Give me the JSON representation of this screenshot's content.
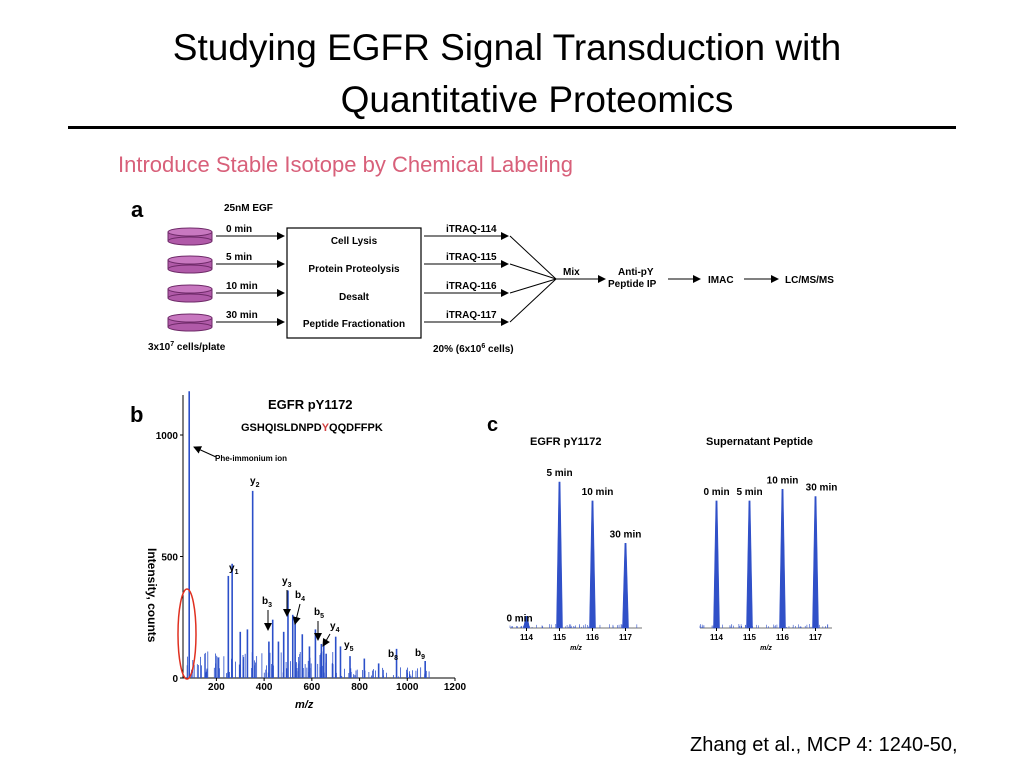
{
  "slide": {
    "title_line1": "Studying EGFR Signal Transduction with",
    "title_line2": "Quantitative Proteomics",
    "subtitle": "Introduce Stable Isotope by Chemical Labeling",
    "citation": "Zhang et al., MCP 4: 1240-50,"
  },
  "panel_a": {
    "label": "a",
    "egf": "25nM EGF",
    "times": [
      "0 min",
      "5 min",
      "10 min",
      "30 min"
    ],
    "cells": "3x10",
    "cells_exp": "7",
    "cells_rest": " cells/plate",
    "steps": [
      "Cell Lysis",
      "Protein Proteolysis",
      "Desalt",
      "Peptide Fractionation"
    ],
    "itraq": [
      "iTRAQ-114",
      "iTRAQ-115",
      "iTRAQ-116",
      "iTRAQ-117"
    ],
    "fraction": "20% (6x10",
    "fraction_exp": "6",
    "fraction_rest": " cells)",
    "mix": "Mix",
    "ip_line1": "Anti-pY",
    "ip_line2": "Peptide IP",
    "imac": "IMAC",
    "lcms": "LC/MS/MS",
    "colors": {
      "dish": "#b05aa8",
      "dish_dark": "#6e2a68"
    }
  },
  "panel_b": {
    "label": "b",
    "title": "EGFR pY1172",
    "seq_pre": "GSHQISLDNPD",
    "seq_mod": "Y",
    "seq_post": "QQDFFPK",
    "phe_label": "Phe-immonium ion",
    "ylabel": "Intensity, counts",
    "xlabel": "m/z",
    "yticks": [
      "0",
      "500",
      "1000"
    ],
    "xticks": [
      "200",
      "400",
      "600",
      "800",
      "1000",
      "1200"
    ],
    "colors": {
      "spectrum": "#2b4fc9",
      "mod": "#d04040",
      "circle": "#e03020"
    }
  },
  "panel_c": {
    "label": "c",
    "left_title": "EGFR pY1172",
    "right_title": "Supernatant Peptide",
    "left_peaks": [
      "0 min",
      "5 min",
      "10 min",
      "30 min"
    ],
    "right_peaks": [
      "0 min",
      "5 min",
      "10 min",
      "30 min"
    ],
    "xticks": [
      "114",
      "115",
      "116",
      "117"
    ],
    "xlabel": "m/z"
  },
  "chart_data": [
    {
      "type": "bar",
      "title": "EGFR pY1172",
      "xlabel": "m/z",
      "ylabel": "Intensity, counts",
      "xlim": [
        60,
        1200
      ],
      "ylim": [
        0,
        1200
      ],
      "x": [
        86,
        250,
        266,
        300,
        330,
        352,
        420,
        436,
        460,
        482,
        500,
        520,
        530,
        560,
        590,
        615,
        640,
        650,
        660,
        700,
        720,
        760,
        820,
        880,
        955,
        1075
      ],
      "values": [
        1180,
        420,
        470,
        190,
        200,
        770,
        150,
        240,
        150,
        190,
        360,
        260,
        250,
        180,
        130,
        200,
        140,
        150,
        100,
        170,
        130,
        90,
        80,
        60,
        120,
        70
      ],
      "annotations": [
        "y2",
        "y1",
        "y3",
        "b4",
        "b3",
        "b5",
        "y4",
        "y5",
        "b8",
        "b9",
        "Phe-immonium ion"
      ]
    },
    {
      "type": "bar",
      "title": "EGFR pY1172",
      "xlabel": "m/z",
      "categories": [
        "114",
        "115",
        "116",
        "117"
      ],
      "series": [
        {
          "values": [
            0.08,
            1.0,
            0.87,
            0.58
          ]
        }
      ]
    },
    {
      "type": "bar",
      "title": "Supernatant Peptide",
      "xlabel": "m/z",
      "categories": [
        "114",
        "115",
        "116",
        "117"
      ],
      "series": [
        {
          "values": [
            0.87,
            0.87,
            0.95,
            0.9
          ]
        }
      ]
    }
  ]
}
